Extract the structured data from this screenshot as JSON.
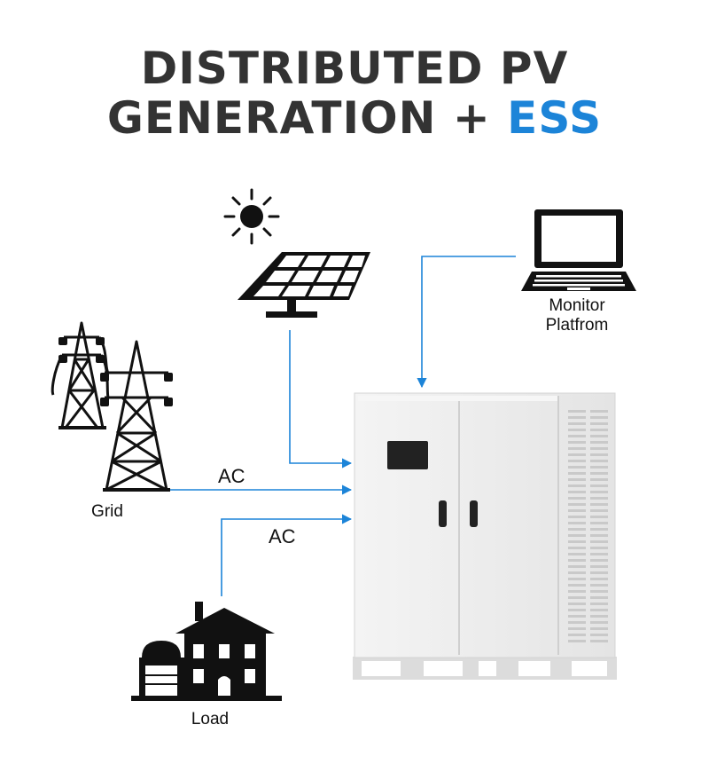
{
  "title": {
    "line1": "DISTRIBUTED PV",
    "line2_main": "GENERATION +",
    "line2_accent": "ESS"
  },
  "colors": {
    "title": "#333333",
    "accent": "#1c84d8",
    "connector": "#1c84d8",
    "icon": "#111111",
    "cabinet": "#ececec"
  },
  "nodes": {
    "monitor": {
      "line1": "Monitor",
      "line2": "Platfrom",
      "icon": "laptop-icon"
    },
    "solar": {
      "icon": "solar-panel-icon",
      "sun_icon": "sun-icon"
    },
    "grid": {
      "label": "Grid",
      "icon": "power-tower-icon"
    },
    "load": {
      "label": "Load",
      "icon": "house-icon"
    },
    "ess": {
      "icon": "ess-cabinet"
    }
  },
  "edges": {
    "grid_ac": "AC",
    "load_ac": "AC"
  }
}
